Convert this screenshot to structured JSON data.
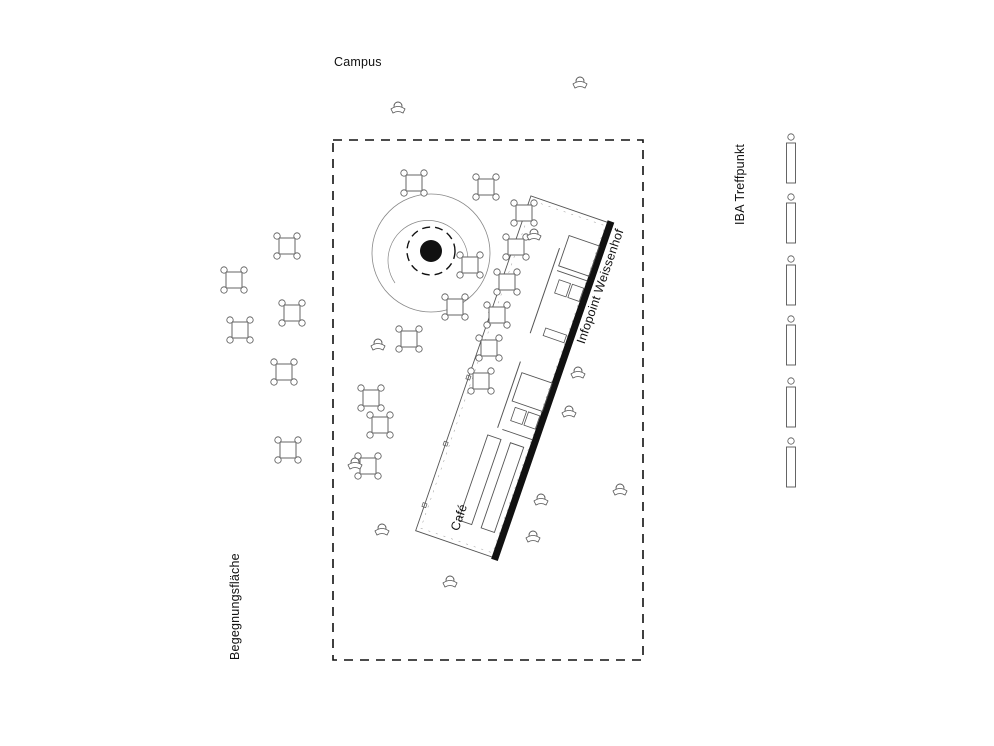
{
  "labels": {
    "campus": "Campus",
    "treffpunkt": "IBA Treffpunkt",
    "begegnung": "Begegnungsfläche",
    "infopoint": "Infopoint Weissenhof",
    "cafe": "Café"
  },
  "colors": {
    "line": "#111111",
    "thin": "#555555",
    "background": "#ffffff"
  },
  "icons": [
    "table-with-chairs-icon",
    "person-icon",
    "tree-icon",
    "bench-icon"
  ]
}
